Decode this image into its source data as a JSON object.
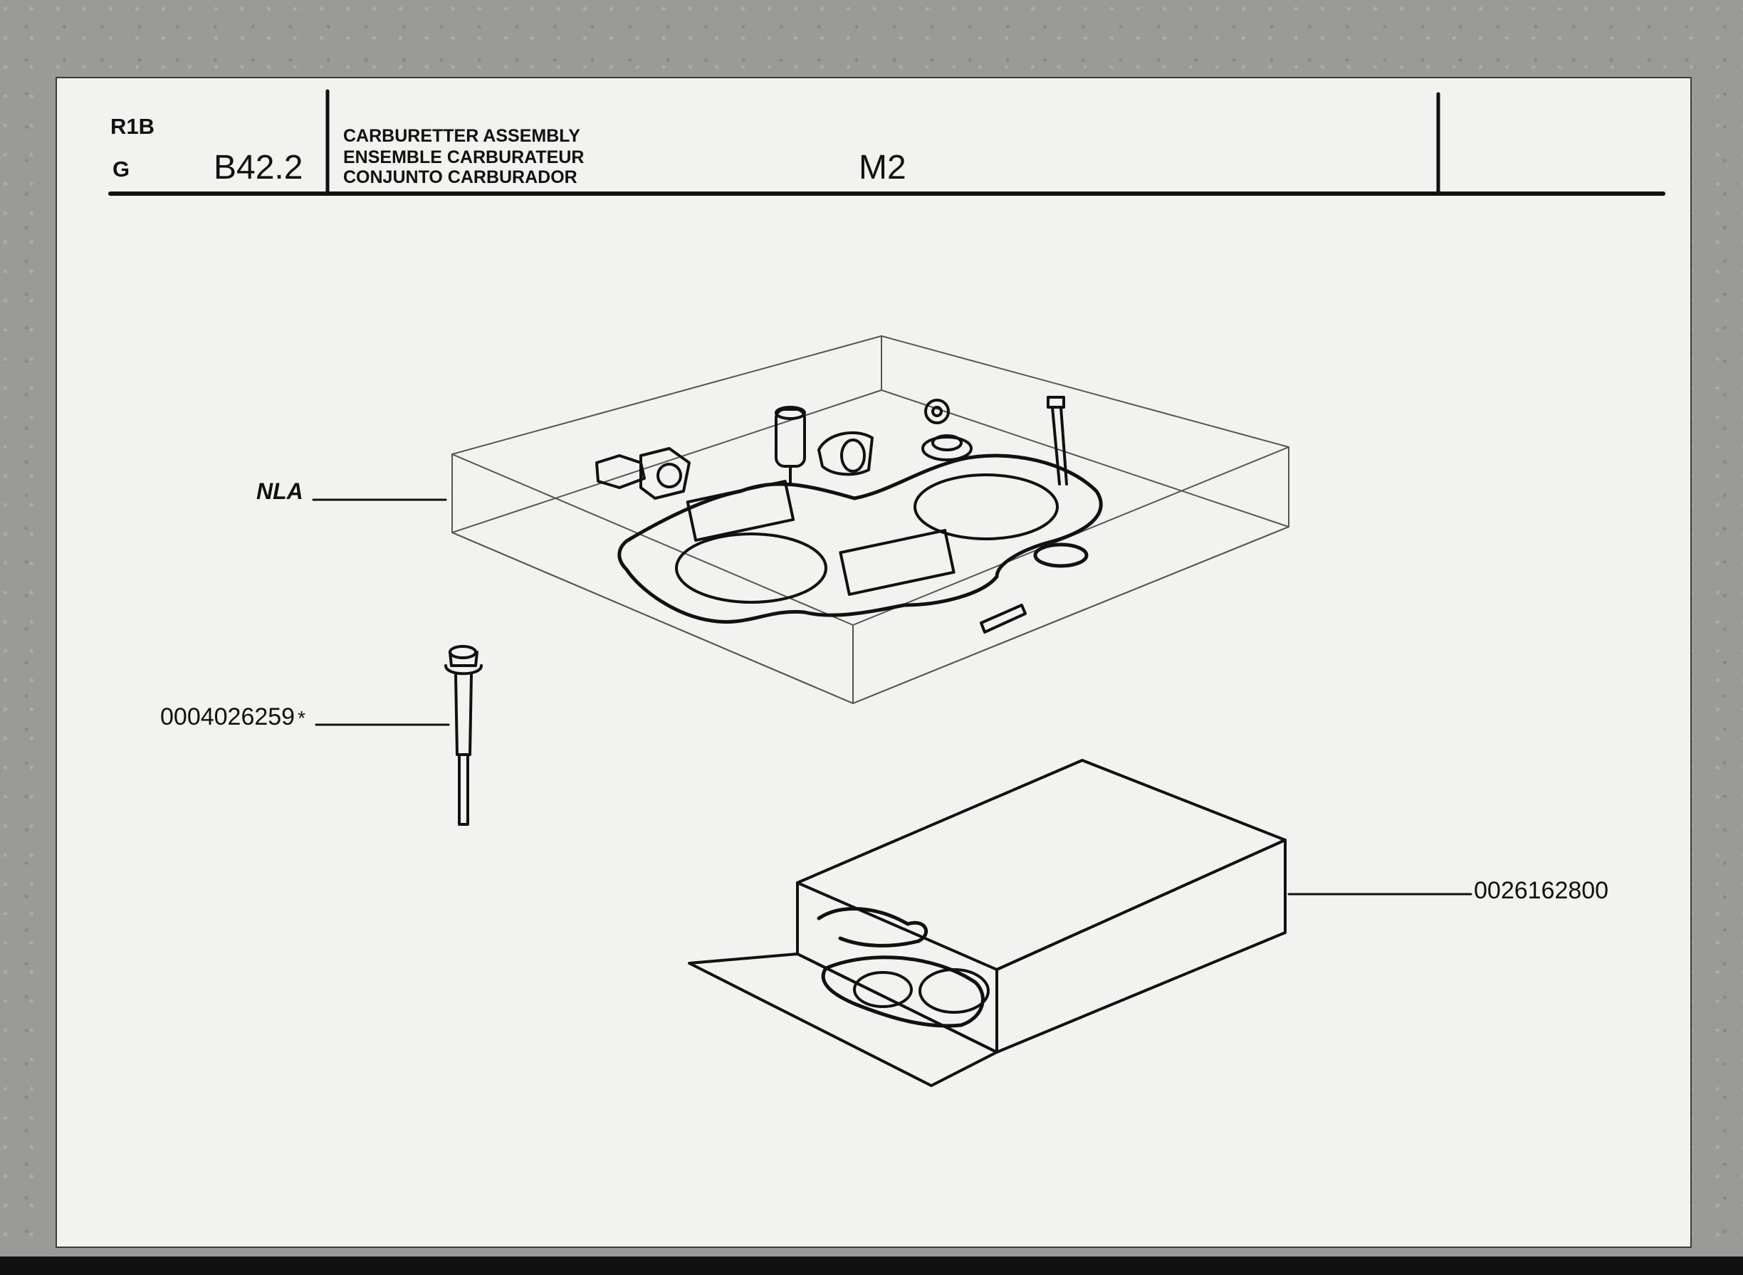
{
  "header": {
    "model_code": "R1B",
    "group_letter": "G",
    "section_number": "B42.2",
    "titles": [
      "CARBURETTER ASSEMBLY",
      "ENSEMBLE CARBURATEUR",
      "CONJUNTO CARBURADOR"
    ],
    "variant": "M2"
  },
  "callouts": {
    "nla": "NLA",
    "jet_part_number": "0004026259",
    "jet_mark": "*",
    "gasket_kit_part_number": "0026162800"
  },
  "colors": {
    "paper": "#f2f2f0",
    "ink": "#111111",
    "background": "#9a9a98"
  }
}
